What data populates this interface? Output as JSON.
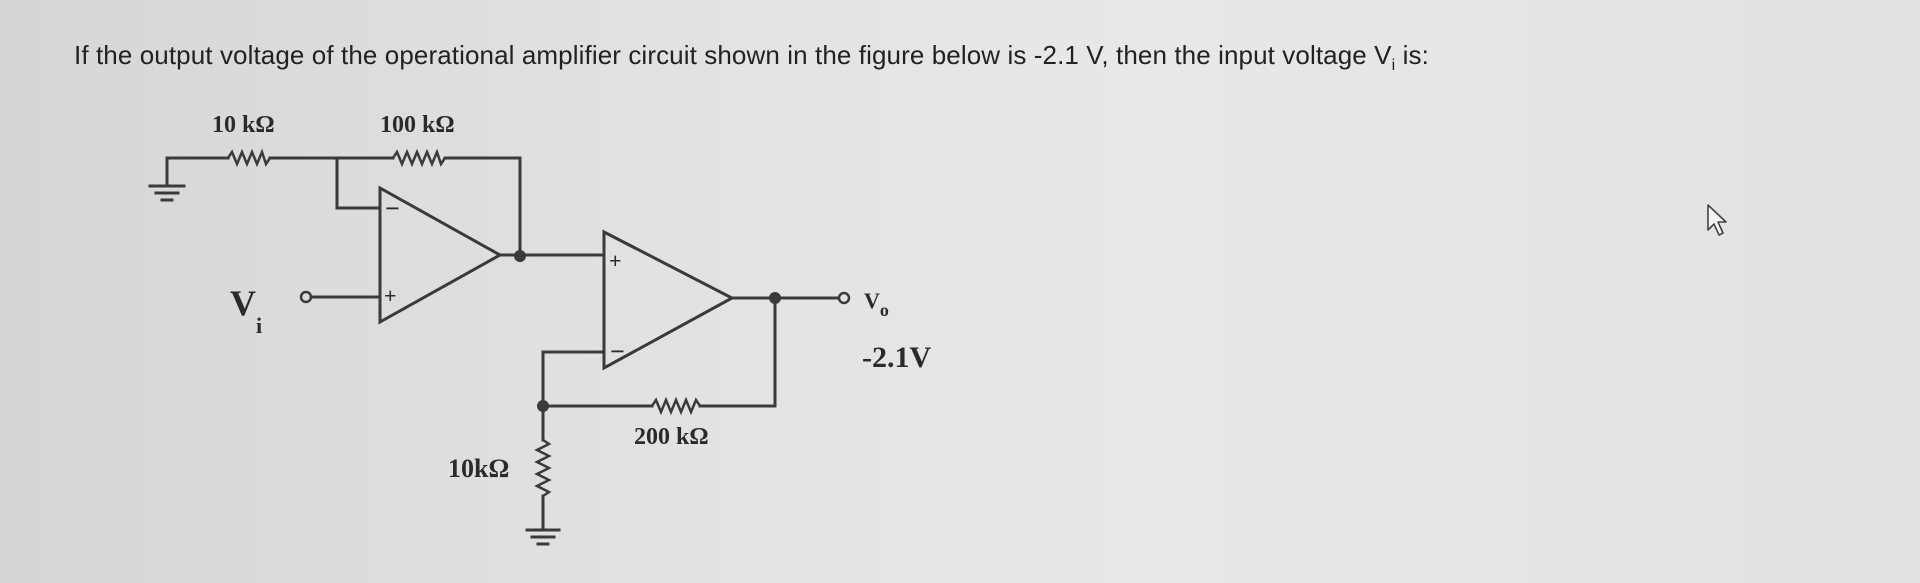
{
  "question": {
    "text_before": "If the output voltage of the operational amplifier circuit shown in the figure below is -2.1 V, then the input voltage V",
    "subscript": "i",
    "text_after": " is:"
  },
  "circuit": {
    "r1_label": "10 kΩ",
    "r2_label": "100 kΩ",
    "r3_label": "200 kΩ",
    "r4_label": "10kΩ",
    "vi_label": "V",
    "vi_sub": "i",
    "vo_label": "V",
    "vo_sub": "o",
    "vo_value": "-2.1V",
    "plus_sign": "+",
    "minus_sign": "−"
  }
}
